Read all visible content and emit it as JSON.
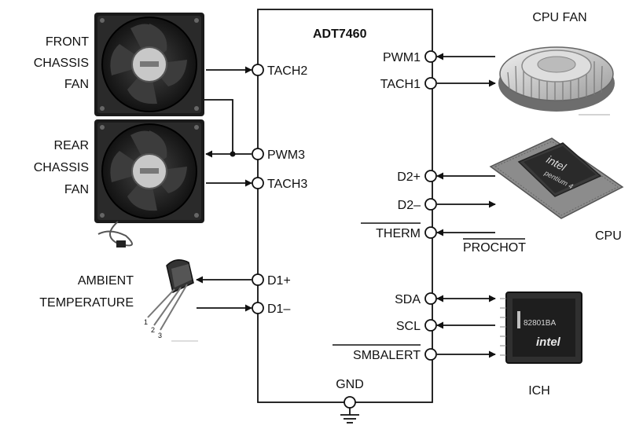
{
  "chip": {
    "name": "ADT7460",
    "left_pins": [
      "TACH2",
      "PWM3",
      "TACH3",
      "D1+",
      "D1–"
    ],
    "right_pins": [
      "PWM1",
      "TACH1",
      "D2+",
      "D2–",
      "THERM",
      "SDA",
      "SCL",
      "SMBALERT"
    ],
    "bottom_pin": "GND"
  },
  "devices": {
    "front_fan": [
      "FRONT",
      "CHASSIS",
      "FAN"
    ],
    "rear_fan": [
      "REAR",
      "CHASSIS",
      "FAN"
    ],
    "ambient": [
      "AMBIENT",
      "TEMPERATURE"
    ],
    "cpu_fan": "CPU FAN",
    "cpu": "CPU",
    "prochot": "PROCHOT",
    "ich": "ICH",
    "sensor_pins": [
      "1",
      "2",
      "3"
    ],
    "cpu_marking": [
      "intel",
      "pentium 4"
    ],
    "ich_marking": [
      "82801BA",
      "intel"
    ]
  }
}
